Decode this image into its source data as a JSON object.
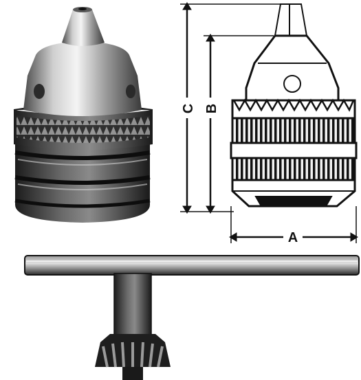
{
  "figure": {
    "dimension_labels": {
      "a": "A",
      "b": "B",
      "c": "C"
    }
  },
  "colors": {
    "ink": "#111111",
    "steel_light": "#e6e6e6",
    "steel_dark": "#3a3a3a"
  },
  "icons": [
    "drill-chuck-photo-icon",
    "drill-chuck-drawing-icon",
    "chuck-key-icon"
  ]
}
